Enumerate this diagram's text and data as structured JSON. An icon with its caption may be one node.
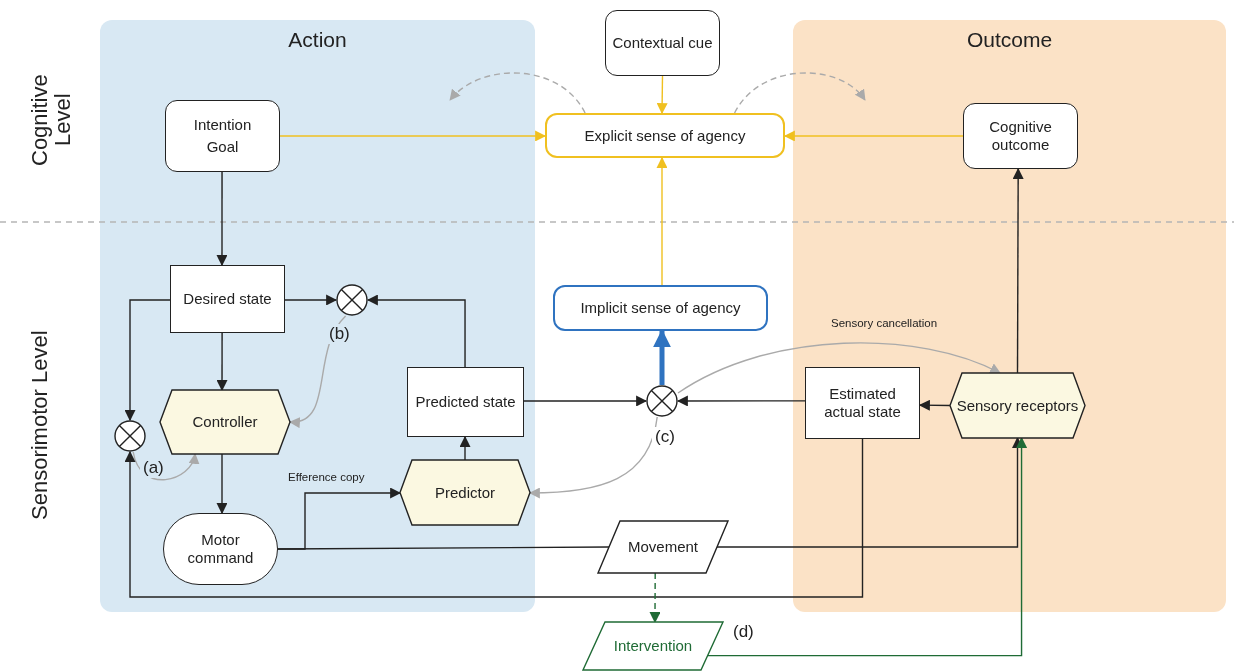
{
  "diagram": {
    "nodes": [
      {
        "text": [
          "Action"
        ]
      },
      {
        "text": [
          "Intention",
          "Goal"
        ],
        "in": 0
      },
      {
        "text": [
          "Desired state"
        ],
        "in": 0
      },
      {
        "text": [],
        "shape": "circle",
        "in": 0
      },
      {
        "text": [],
        "shape": "circle",
        "in": 0
      },
      {
        "text": [
          "Controller"
        ],
        "in": 0
      },
      {
        "text": [
          "Predicted state"
        ],
        "in": 0
      },
      {
        "text": [
          "Predictor"
        ],
        "in": 0
      },
      {
        "text": [
          "Motor command"
        ],
        "in": 0
      },
      {
        "text": [
          "Contextual cue"
        ]
      },
      {
        "text": [
          "Explicit sense of agency"
        ]
      },
      {
        "text": [
          "Implicit sense of agency"
        ]
      },
      {
        "text": [],
        "shape": "circle"
      },
      {
        "text": [
          "Movement"
        ]
      },
      {
        "text": [
          "Intervention"
        ]
      },
      {
        "text": [
          "Outcome"
        ]
      },
      {
        "text": [
          "Cognitive outcome"
        ],
        "in": 15
      },
      {
        "text": [
          "Estimated actual state"
        ],
        "in": 15
      },
      {
        "text": [
          "Sensory receptors"
        ],
        "in": 15
      }
    ],
    "edges": [
      {
        "from": 9,
        "to": 10,
        "arrow": "to",
        "color": "#f0c020"
      },
      {
        "from": 1,
        "to": 10,
        "arrow": "to",
        "color": "#f0c020"
      },
      {
        "from": 16,
        "to": 10,
        "arrow": "to",
        "color": "#f0c020"
      },
      {
        "from": 11,
        "to": 10,
        "arrow": "to",
        "color": "#f0c020"
      },
      {
        "from": 10,
        "to": 0,
        "arrow": "to",
        "style": "dashed",
        "color": "#aaaaaa"
      },
      {
        "from": 10,
        "to": 15,
        "arrow": "to",
        "style": "dashed",
        "color": "#aaaaaa"
      },
      {
        "from": 1,
        "to": 2,
        "arrow": "to"
      },
      {
        "from": 2,
        "to": 3,
        "arrow": "to"
      },
      {
        "from": 6,
        "to": 3,
        "arrow": "to"
      },
      {
        "from": 2,
        "to": 4,
        "arrow": "to"
      },
      {
        "from": 2,
        "to": 5,
        "arrow": "to"
      },
      {
        "from": 3,
        "to": 5,
        "label": "(b)",
        "arrow": "to",
        "color": "#aaaaaa"
      },
      {
        "from": 4,
        "to": 5,
        "label": "(a)",
        "arrow": "to",
        "color": "#aaaaaa"
      },
      {
        "from": 5,
        "to": 8,
        "arrow": "to"
      },
      {
        "from": 8,
        "to": 7,
        "label": "Efference copy",
        "arrow": "to"
      },
      {
        "from": 7,
        "to": 6,
        "arrow": "to"
      },
      {
        "from": 6,
        "to": 12,
        "arrow": "to"
      },
      {
        "from": 17,
        "to": 12,
        "arrow": "to"
      },
      {
        "from": 12,
        "to": 11,
        "arrow": "to",
        "style": "thick",
        "color": "#2f73c0"
      },
      {
        "from": 12,
        "to": 7,
        "label": "(c)",
        "arrow": "to",
        "color": "#aaaaaa"
      },
      {
        "from": 12,
        "to": 18,
        "label": "Sensory cancellation",
        "arrow": "to",
        "color": "#aaaaaa"
      },
      {
        "from": 18,
        "to": 17,
        "arrow": "to"
      },
      {
        "from": 18,
        "to": 16,
        "arrow": "to"
      },
      {
        "from": 8,
        "to": 13,
        "arrow": "none"
      },
      {
        "from": 13,
        "to": 18,
        "arrow": "to"
      },
      {
        "from": 17,
        "to": 4,
        "arrow": "to"
      },
      {
        "from": 13,
        "to": 14,
        "arrow": "to",
        "style": "dashed",
        "color": "#1f6b35"
      },
      {
        "from": 14,
        "to": 18,
        "label": "(d)",
        "arrow": "to",
        "color": "#1f6b35"
      }
    ],
    "labels": [
      "Cognitive Level",
      "Sensorimotor Level"
    ]
  }
}
